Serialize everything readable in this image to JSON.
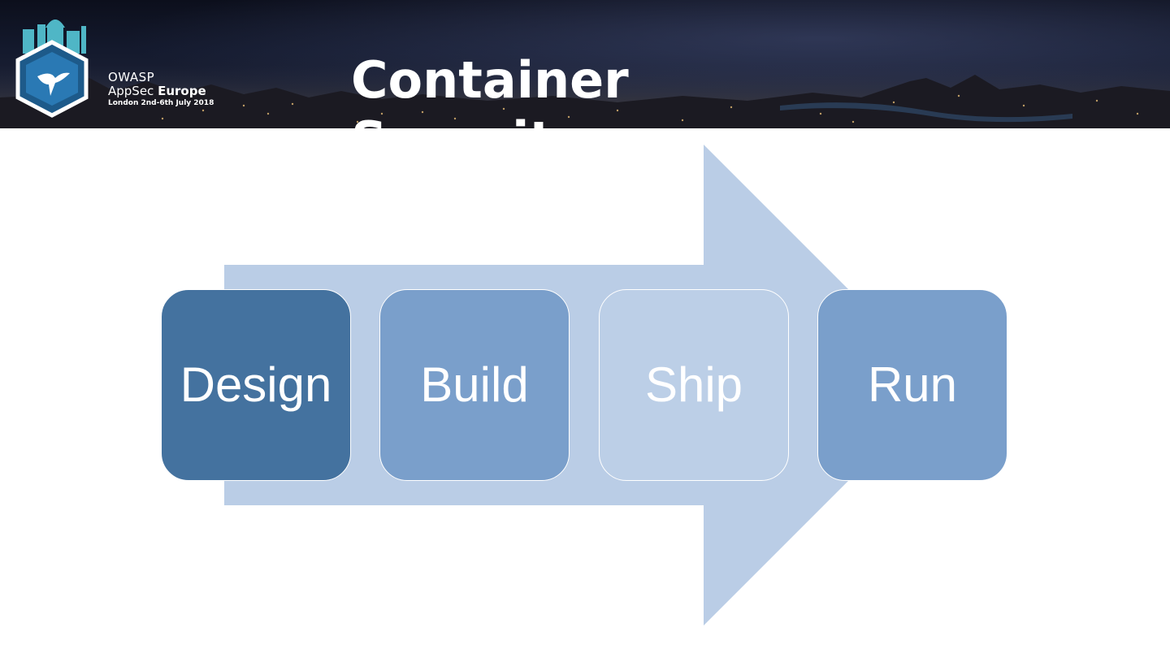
{
  "header": {
    "logo": {
      "org": "OWASP",
      "event_prefix": "AppSec",
      "event_suffix": "Europe",
      "date_line": "London 2nd-6th July 2018"
    },
    "title": "Container Security Lifecycle"
  },
  "diagram": {
    "arrow_color": "#bacde6",
    "stages": [
      {
        "label": "Design",
        "color": "#44729f"
      },
      {
        "label": "Build",
        "color": "#7a9fcb"
      },
      {
        "label": "Ship",
        "color": "#bccfe7"
      },
      {
        "label": "Run",
        "color": "#7a9fcb"
      }
    ]
  }
}
